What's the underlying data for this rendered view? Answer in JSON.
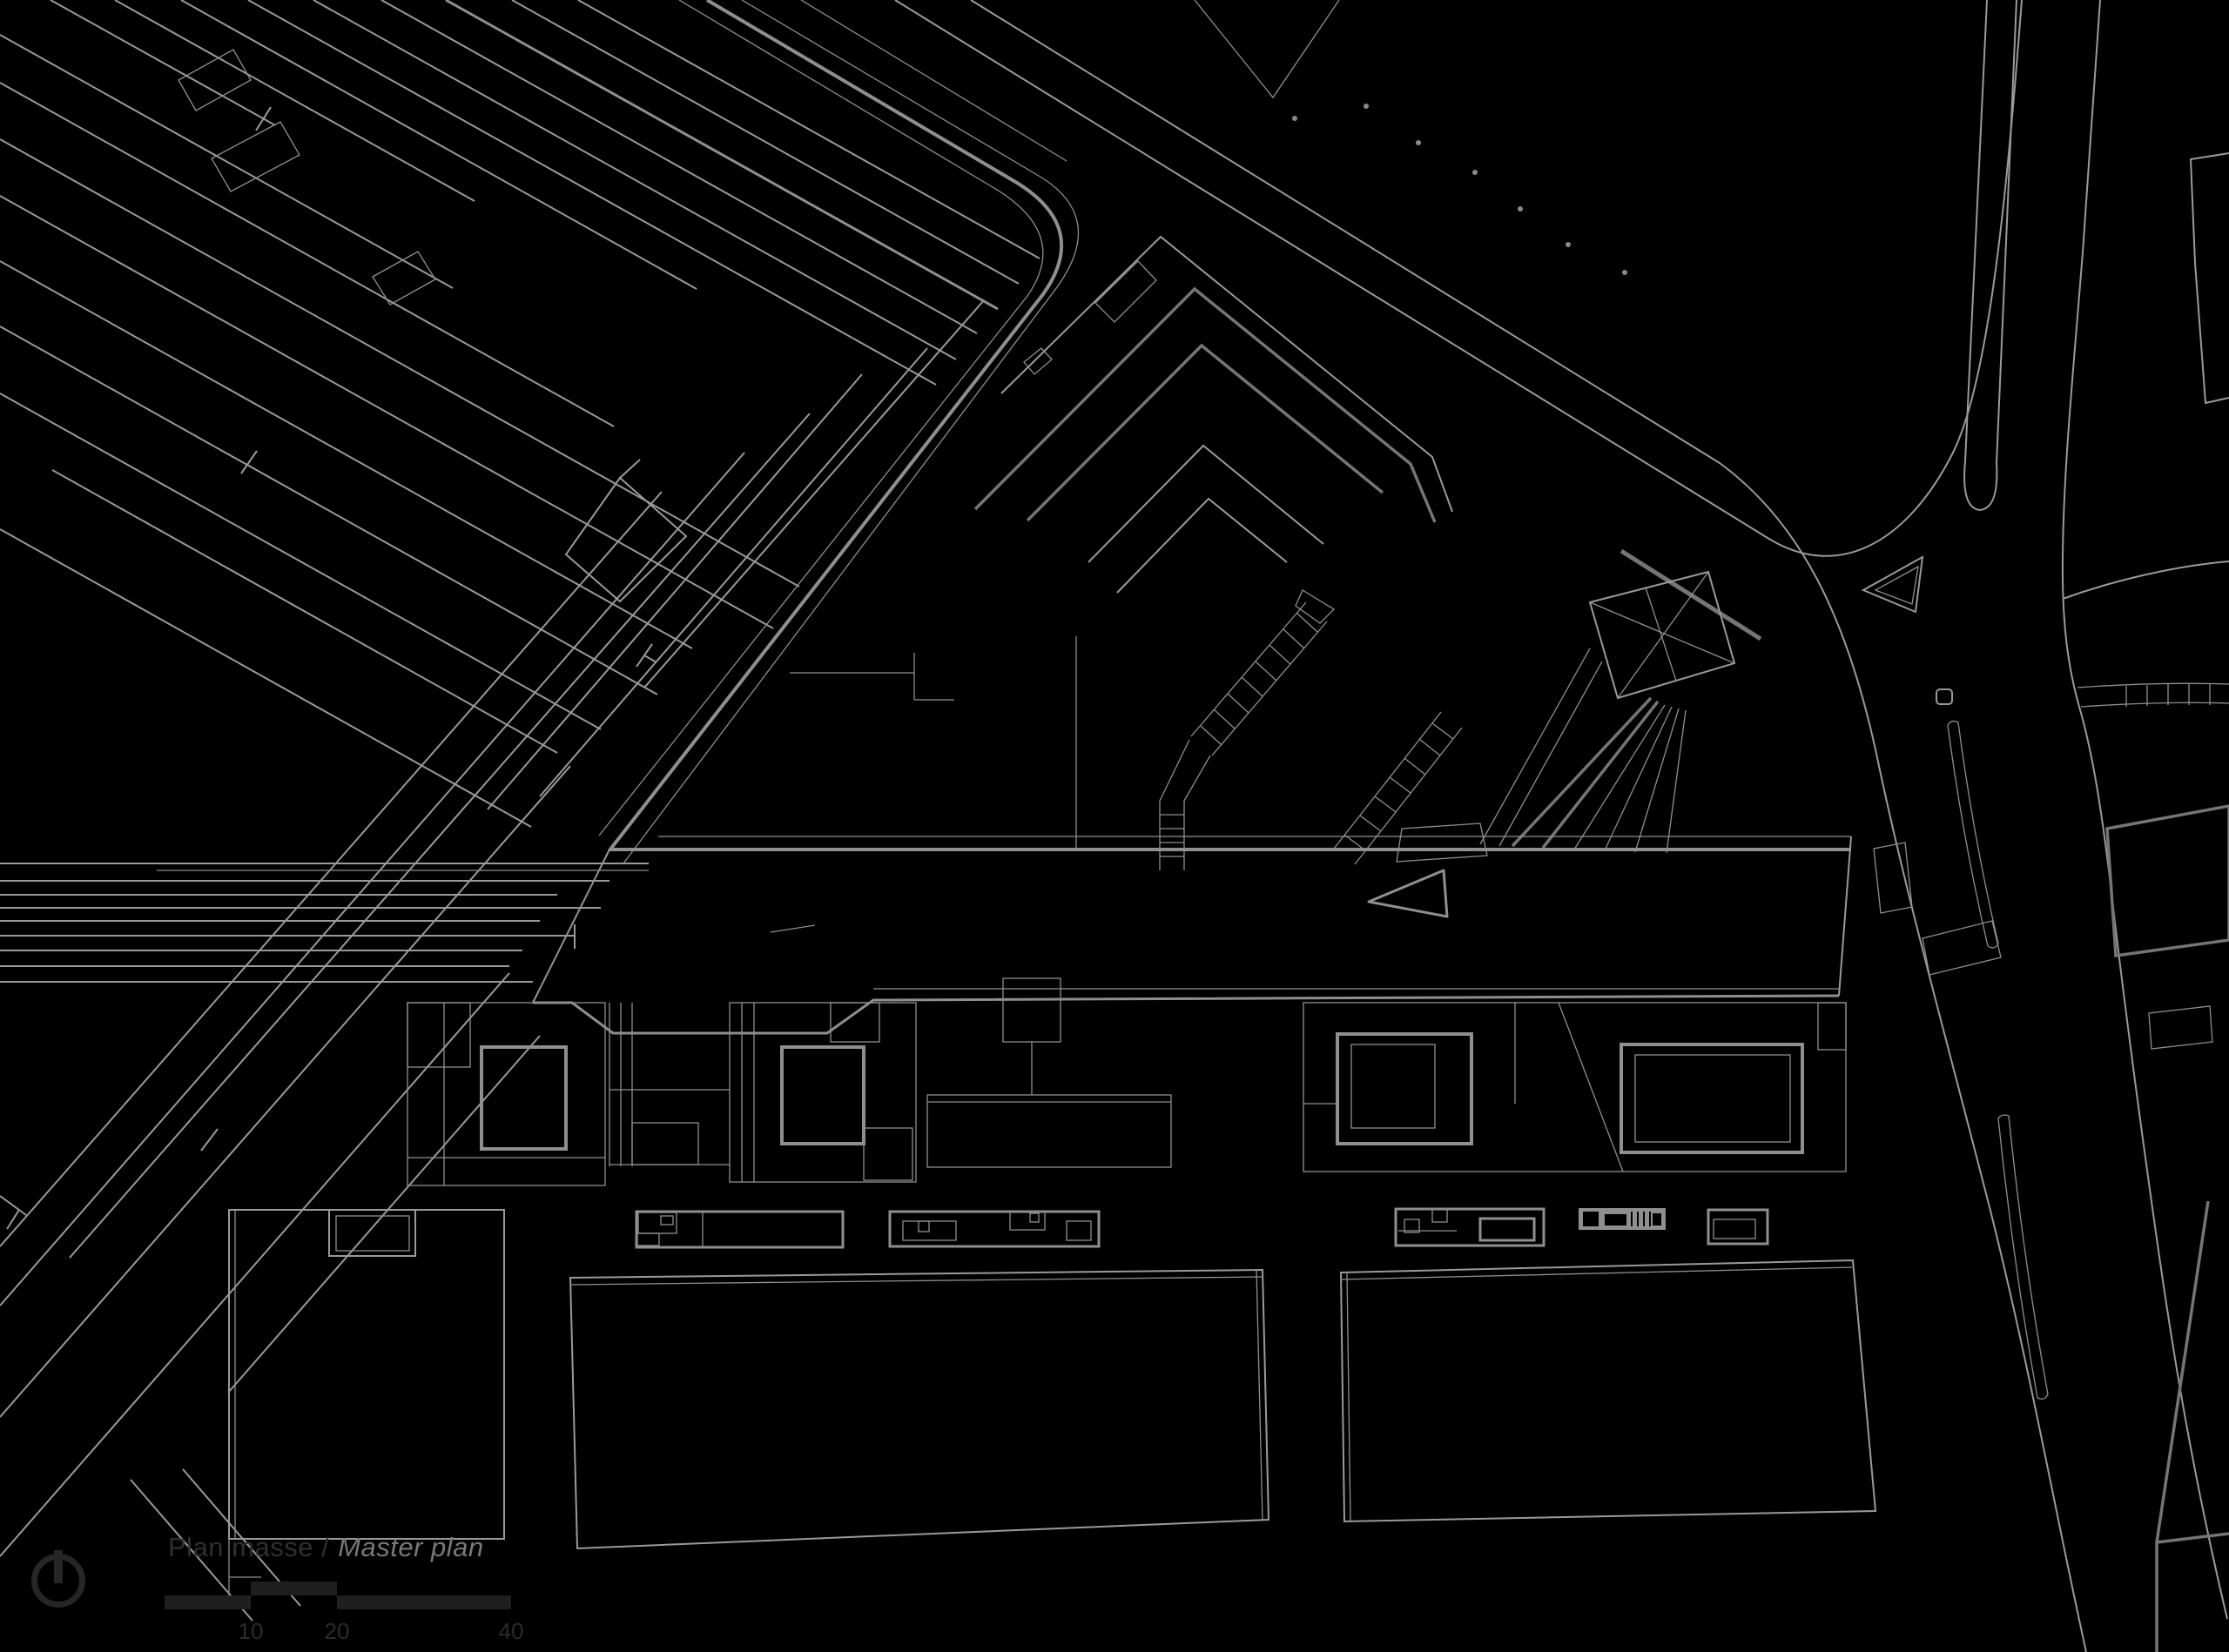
{
  "page": {
    "background_color": "#000000",
    "drawing_line_color": "#9a9a9a",
    "drawing_accent_color": "#757575"
  },
  "legend": {
    "title_primary": "Plan masse /",
    "title_secondary": "Master plan",
    "title_primary_color": "#2f2f2f",
    "title_secondary_color": "#787878",
    "north_arrow_icon": "north-arrow-icon",
    "scale_bar": {
      "bar_color": "#1f1f1f",
      "labels": [
        "10",
        "20",
        "40"
      ]
    }
  }
}
